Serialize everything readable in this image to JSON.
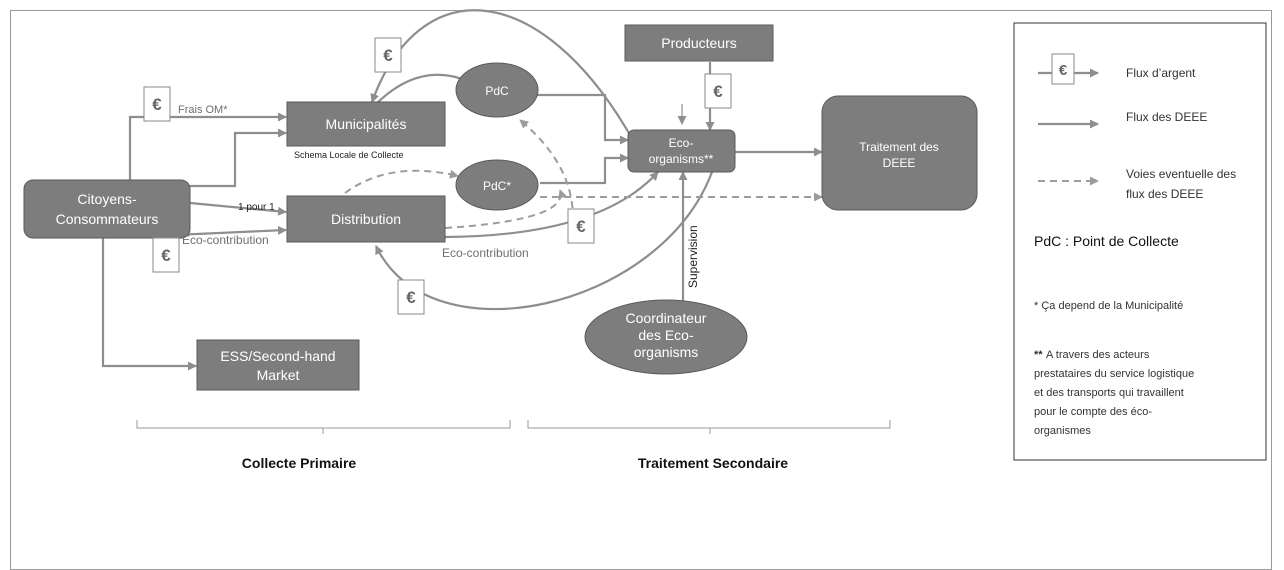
{
  "nodes": {
    "citoyens": [
      "Citoyens-",
      "Consommateurs"
    ],
    "municipalites": "Municipalités",
    "distribution": "Distribution",
    "producteurs": "Producteurs",
    "eco_organisms": [
      "Eco-",
      "organisms**"
    ],
    "traitement": [
      "Traitement des",
      "DEEE"
    ],
    "pdc": "PdC",
    "pdc_star": "PdC*",
    "coordinateur": [
      "Coordinateur",
      "des Eco-",
      "organisms"
    ],
    "ess": [
      "ESS/Second-hand",
      "Market"
    ]
  },
  "labels": {
    "frais_om": "Frais OM*",
    "schema": "Schema Locale de Collecte",
    "un_pour_un": "1 pour 1",
    "eco_contribution_left": "Eco-contribution",
    "eco_contribution_right": "Eco-contribution",
    "supervision": "Supervision",
    "euro": "€"
  },
  "sections": {
    "collecte": "Collecte Primaire",
    "traitement": "Traitement Secondaire"
  },
  "legend": {
    "flux_argent": "Flux d’argent",
    "flux_deee": "Flux des DEEE",
    "voies": [
      "Voies eventuelle des",
      "flux des DEEE"
    ],
    "pdc_def": "PdC : Point de Collecte",
    "note1": "* Ça depend de la Municipalité",
    "note2_star": "**",
    "note2": [
      " A travers des acteurs",
      "prestataires du service logistique",
      "et des transports qui travaillent",
      "pour le compte des éco-",
      "organismes"
    ]
  },
  "colors": {
    "node_fill": "#7d7d7d",
    "arrow": "#8e8e8e"
  }
}
